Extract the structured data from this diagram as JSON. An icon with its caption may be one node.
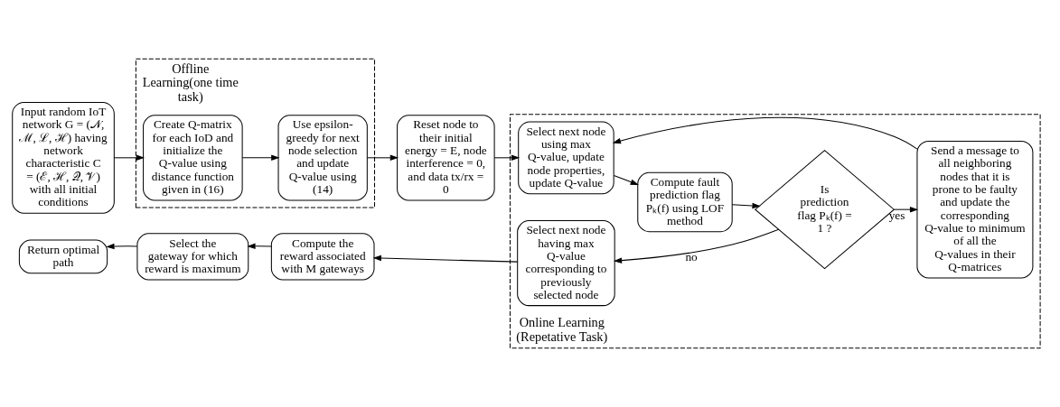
{
  "diagram": {
    "nodes": [
      {
        "text": [
          "Input random IoT network G = (𝒩, ℳ, ℒ, ℋ) having network characteristic C = (ℰ, ℋ, 𝒬, 𝒱) with all initial conditions"
        ]
      },
      {
        "text": [
          "Offline Learning(one time task)"
        ]
      },
      {
        "text": [
          "Create Q-matrix for each IoD and initialize the Q-value using distance function given in (16)"
        ],
        "in": 1
      },
      {
        "text": [
          "Use epsilon-greedy for next node selection and update Q-value using (14)"
        ],
        "in": 1
      },
      {
        "text": [
          "Reset node to their initial energy = E, node interference = 0, and data tx/rx = 0"
        ]
      },
      {
        "text": [
          "Online Learning (Repetative Task)"
        ]
      },
      {
        "text": [
          "Select next node using max Q-value, update node properties, update Q-value"
        ],
        "in": 5
      },
      {
        "text": [
          "Compute fault prediction flag Pₖ(f) using LOF method"
        ],
        "in": 5
      },
      {
        "text": [
          "Is prediction flag Pₖ(f) = 1 ?"
        ],
        "in": 5
      },
      {
        "text": [
          "Send a message to all neighboring nodes that it is prone to be faulty and update the corresponding Q-value to minimum of all the Q-values in their Q-matrices"
        ],
        "in": 5
      },
      {
        "text": [
          "Select next node having max Q-value corresponding to previously selected node"
        ],
        "in": 5
      },
      {
        "text": [
          "Compute the reward associated with M gateways"
        ]
      },
      {
        "text": [
          "Select the gateway for which reward is maximum"
        ]
      },
      {
        "text": [
          "Return optimal path"
        ]
      }
    ],
    "edges": [
      {
        "from": 0,
        "to": 2,
        "arrow": "to"
      },
      {
        "from": 2,
        "to": 3,
        "arrow": "to"
      },
      {
        "from": 3,
        "to": 4,
        "arrow": "to"
      },
      {
        "from": 4,
        "to": 6,
        "arrow": "to"
      },
      {
        "from": 6,
        "to": 7,
        "arrow": "to"
      },
      {
        "from": 7,
        "to": 8,
        "arrow": "to"
      },
      {
        "from": 8,
        "to": 9,
        "arrow": "to",
        "label": "yes"
      },
      {
        "from": 9,
        "to": 6,
        "arrow": "to"
      },
      {
        "from": 8,
        "to": 10,
        "arrow": "to",
        "label": "no"
      },
      {
        "from": 10,
        "to": 11,
        "arrow": "to"
      },
      {
        "from": 11,
        "to": 12,
        "arrow": "to"
      },
      {
        "from": 12,
        "to": 13,
        "arrow": "to"
      }
    ]
  }
}
